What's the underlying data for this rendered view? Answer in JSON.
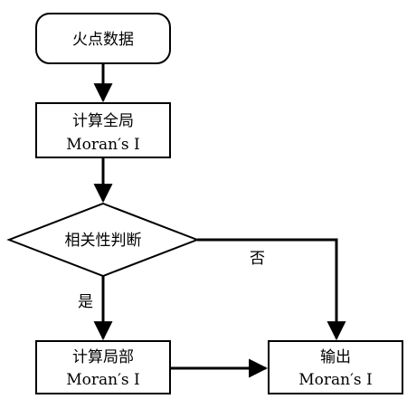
{
  "nodes": {
    "start": {
      "label": "火点数据"
    },
    "global_moran": {
      "line1": "计算全局",
      "line2": "Moran′s I"
    },
    "decision": {
      "label": "相关性判断"
    },
    "local_moran": {
      "line1": "计算局部",
      "line2": "Moran′s I"
    },
    "output": {
      "line1": "输出",
      "line2": "Moran′s I"
    }
  },
  "edges": {
    "no_label": "否",
    "yes_label": "是"
  }
}
